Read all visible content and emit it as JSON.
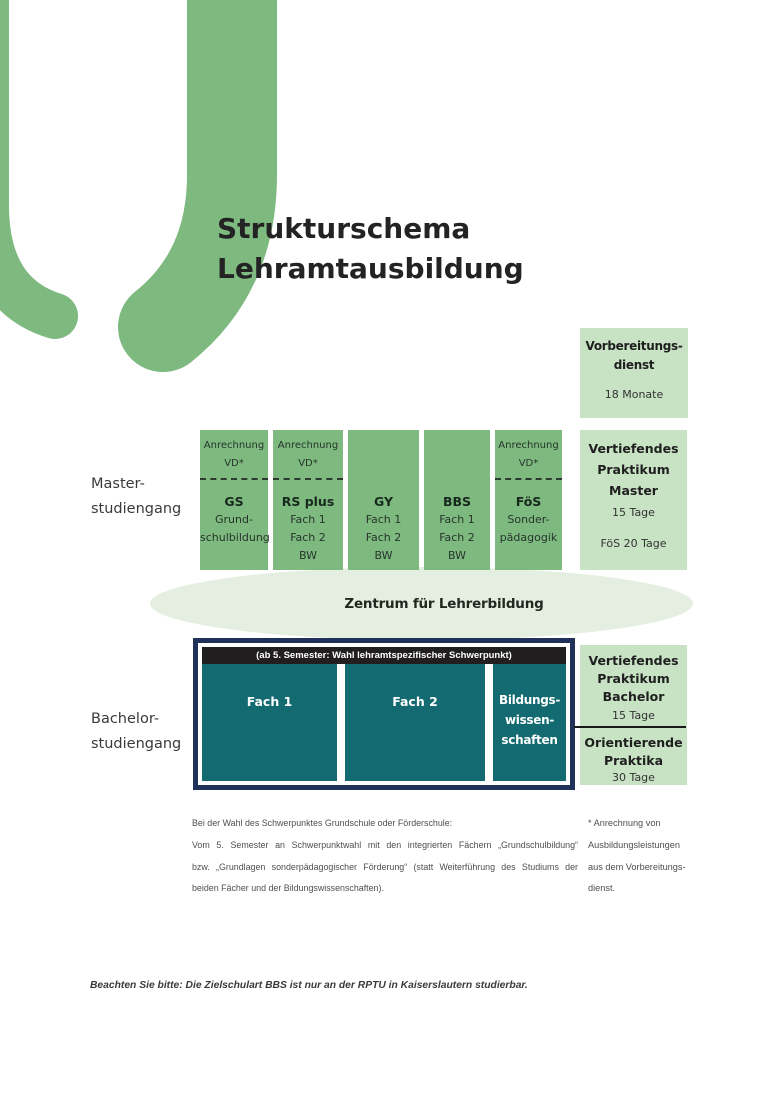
{
  "title": {
    "lines": [
      "Strukturschema",
      "Lehramtausbildung"
    ]
  },
  "row_labels": {
    "master": [
      "Master-",
      "studiengang"
    ],
    "bachelor": [
      "Bachelor-",
      "studiengang"
    ]
  },
  "vorbereitungsdienst": {
    "title": [
      "Vorbereitungs-",
      "dienst"
    ],
    "duration": "18 Monate"
  },
  "master": {
    "columns": [
      {
        "anrechnung": [
          "Anrechnung",
          "VD*"
        ],
        "name": "GS",
        "subjects": [
          "Grund-",
          "schulbildung"
        ]
      },
      {
        "anrechnung": [
          "Anrechnung",
          "VD*"
        ],
        "name": "RS plus",
        "subjects": [
          "Fach 1",
          "Fach 2",
          "BW"
        ]
      },
      {
        "name": "GY",
        "subjects": [
          "Fach 1",
          "Fach 2",
          "BW"
        ]
      },
      {
        "name": "BBS",
        "subjects": [
          "Fach 1",
          "Fach 2",
          "BW"
        ]
      },
      {
        "anrechnung": [
          "Anrechnung",
          "VD*"
        ],
        "name": "FöS",
        "subjects": [
          "Sonder-",
          "pädagogik"
        ]
      }
    ],
    "praktikum": {
      "title": [
        "Vertiefendes",
        "Praktikum",
        "Master"
      ],
      "duration": "15 Tage",
      "extra": "FöS 20 Tage"
    }
  },
  "zentrum": {
    "label": "Zentrum für Lehrerbildung"
  },
  "bachelor": {
    "header": "(ab 5. Semester: Wahl lehramtspezifischer Schwerpunkt)",
    "boxes": [
      [
        "Fach 1"
      ],
      [
        "Fach 2"
      ],
      [
        "Bildungs-",
        "wissen-",
        "schaften"
      ]
    ],
    "praktikum": {
      "title": [
        "Vertiefendes",
        "Praktikum",
        "Bachelor"
      ],
      "duration": "15 Tage"
    },
    "orientierende": {
      "title": [
        "Orientierende",
        "Praktika"
      ],
      "duration": "30 Tage"
    }
  },
  "footnotes": {
    "left": [
      "Bei der Wahl des Schwerpunktes Grundschule oder Förderschule:",
      "Vom 5. Semester an Schwerpunktwahl mit den integrierten Fächern „Grundschulbildung“",
      "bzw. „Grundlagen sonderpädagogischer Förderung“ (statt Weiterführung des Studiums der",
      "beiden Fächer und der Bildungswissenschaften)."
    ],
    "right": [
      "* Anrechnung von",
      "Ausbildungsleistungen",
      "aus dem Vorbereitungs-",
      "dienst."
    ]
  },
  "note": "Beachten Sie bitte: Die Zielschulart BBS ist nur an der RPTU in Kaiserslautern studierbar.",
  "colors": {
    "brand_green": "#7eba80",
    "light_green": "#c8e2c4",
    "pale_green": "#e5efe1",
    "teal": "#136a70",
    "navy": "#20315a",
    "header_black": "#211e1f",
    "ink": "#232323",
    "gray_text": "#4f4f4f"
  }
}
